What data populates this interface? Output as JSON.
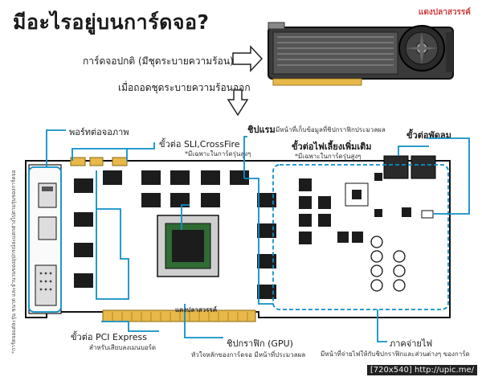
{
  "title": "มีอะไรอยู่บนการ์ดจอ?",
  "brand": "แดงปลาสวรรค์",
  "intro": {
    "normal_card": "การ์ดจอปกติ (มีชุดระบายความร้อน)",
    "removed_cooler": "เมื่อถอดชุดระบายความร้อนออก"
  },
  "callouts": {
    "display_ports": "พอร์ทต่อจอภาพ",
    "sli_title": "ขั้วต่อ SLI,CrossFire",
    "sli_sub": "*มีเฉพาะในการ์ดรุ่นสูงๆ",
    "vram_title": "ชิปแรม",
    "vram_desc": "มีหน้าที่เก็บข้อมูลที่ชิปกราฟิกประมวลผล",
    "power_conn_title": "ขั้วต่อไฟเลี้ยงเพิ่มเติม",
    "power_conn_sub": "*มีเฉพาะในการ์ดรุ่นสูงๆ",
    "fan_conn": "ขั้วต่อพัดลม",
    "pcie_title": "ขั้วต่อ PCI Express",
    "pcie_sub": "สำหรับเสียบลงเมนบอร์ด",
    "gpu_title": "ชิปกราฟิก (GPU)",
    "gpu_desc": "หัวใจหลักของการ์ดจอ มีหน้าที่ประมวลผล",
    "power_section_title": "ภาคจ่ายไฟ",
    "power_section_desc": "มีหน้าที่จ่ายไฟให้กับชิปกราฟิกและส่วนต่างๆ ของการ์ด"
  },
  "board_mark": "แดงปลาสวรรค์",
  "side_note": "*การ์ดจอแต่ละรุ่น ขนาด และจำนวนของอุปกรณ์จะแตกต่างไปตามรุ่นของการ์ดจอ",
  "watermark": "[720x540] http://upic.me/",
  "colors": {
    "accent": "#0e8fc6",
    "gold": "#e8b84a",
    "chip": "#1c1c1c",
    "gpu_die": "#2f6b34",
    "brand": "#d23c3c"
  }
}
